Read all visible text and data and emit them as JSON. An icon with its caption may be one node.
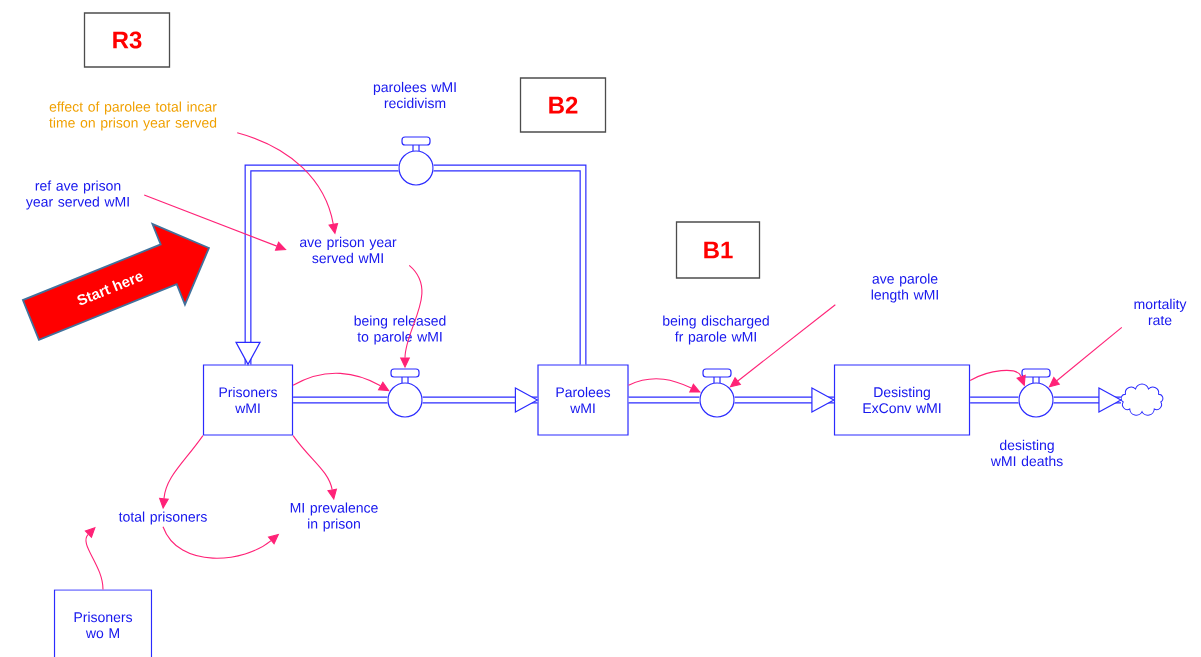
{
  "diagram": {
    "nodes": [
      {
        "text": [
          "R3"
        ]
      },
      {
        "text": [
          "B2"
        ]
      },
      {
        "text": [
          "B1"
        ]
      },
      {
        "text": [
          "effect of parolee total incar time on prison year served"
        ]
      },
      {
        "text": [
          "ref ave prison year served wMI"
        ]
      },
      {
        "text": [
          "ave prison year served wMI"
        ]
      },
      {
        "text": [
          "Start here"
        ]
      },
      {
        "text": [
          "Prisoners wMI"
        ]
      },
      {
        "text": [
          "being released to parole wMI"
        ]
      },
      {
        "text": [
          "parolees wMI recidivism"
        ]
      },
      {
        "text": [
          "Parolees wMI"
        ]
      },
      {
        "text": [
          "being discharged fr parole wMI"
        ]
      },
      {
        "text": [
          "ave parole length wMI"
        ]
      },
      {
        "text": [
          "Desisting ExConv wMI"
        ]
      },
      {
        "text": [
          "desisting wMI deaths"
        ]
      },
      {
        "text": [
          "mortality rate"
        ]
      },
      {
        "text": [],
        "shape": "cloud"
      },
      {
        "text": [
          "total prisoners"
        ]
      },
      {
        "text": [
          "MI prevalence in prison"
        ]
      },
      {
        "text": [
          "Prisoners wo M"
        ]
      }
    ],
    "edges": [
      {
        "from": 7,
        "to": 8,
        "arrow": "none",
        "style": "thick",
        "color": "#2b2bff"
      },
      {
        "from": 8,
        "to": 10,
        "arrow": "to",
        "style": "thick",
        "color": "#2b2bff"
      },
      {
        "from": 10,
        "to": 9,
        "arrow": "none",
        "style": "thick",
        "color": "#2b2bff"
      },
      {
        "from": 9,
        "to": 7,
        "arrow": "to",
        "style": "thick",
        "color": "#2b2bff"
      },
      {
        "from": 10,
        "to": 11,
        "arrow": "none",
        "style": "thick",
        "color": "#2b2bff"
      },
      {
        "from": 11,
        "to": 13,
        "arrow": "to",
        "style": "thick",
        "color": "#2b2bff"
      },
      {
        "from": 13,
        "to": 14,
        "arrow": "none",
        "style": "thick",
        "color": "#2b2bff"
      },
      {
        "from": 14,
        "to": 16,
        "arrow": "to",
        "style": "thick",
        "color": "#2b2bff"
      },
      {
        "from": 3,
        "to": 5,
        "arrow": "to"
      },
      {
        "from": 4,
        "to": 5,
        "arrow": "to"
      },
      {
        "from": 5,
        "to": 8,
        "arrow": "to"
      },
      {
        "from": 7,
        "to": 8,
        "arrow": "to"
      },
      {
        "from": 10,
        "to": 11,
        "arrow": "to"
      },
      {
        "from": 12,
        "to": 11,
        "arrow": "to"
      },
      {
        "from": 13,
        "to": 14,
        "arrow": "to"
      },
      {
        "from": 15,
        "to": 14,
        "arrow": "to"
      },
      {
        "from": 7,
        "to": 17,
        "arrow": "to"
      },
      {
        "from": 7,
        "to": 18,
        "arrow": "to"
      },
      {
        "from": 17,
        "to": 18,
        "arrow": "to"
      },
      {
        "from": 19,
        "to": 17,
        "arrow": "to"
      }
    ]
  }
}
